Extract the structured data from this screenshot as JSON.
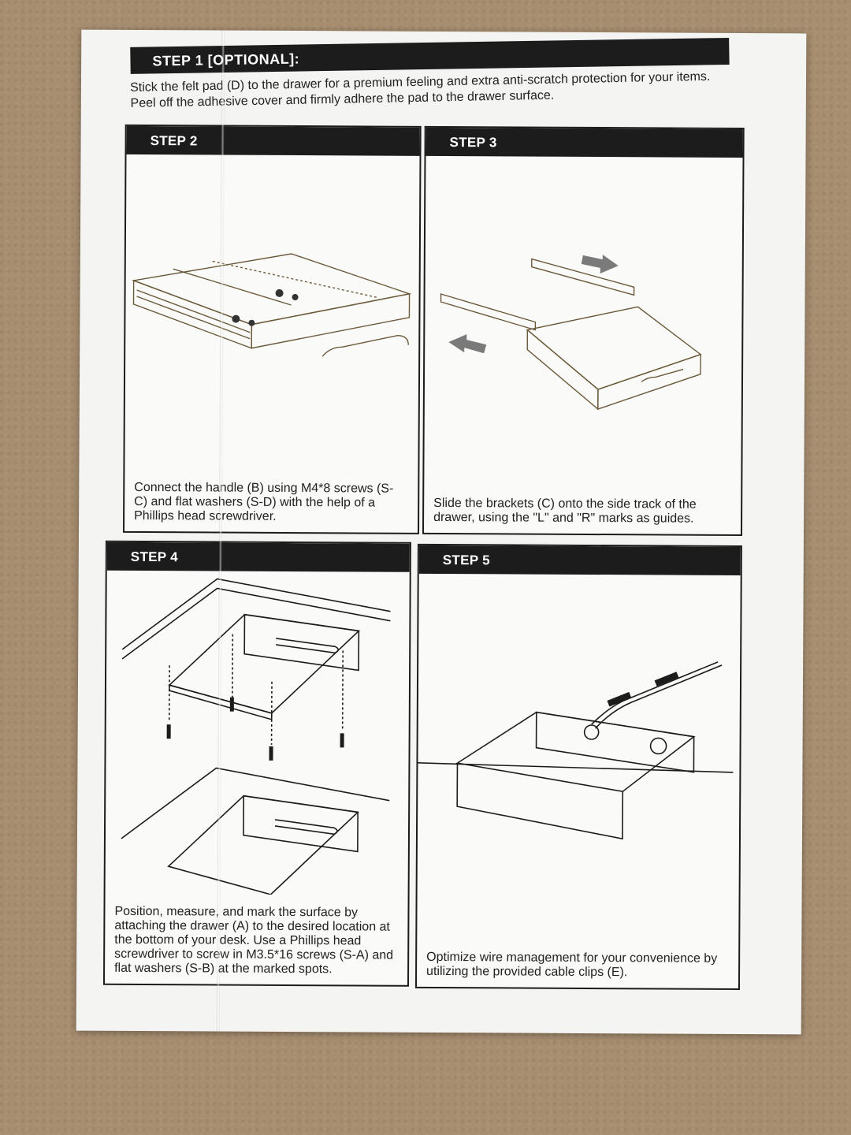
{
  "step1": {
    "title": "STEP 1 [OPTIONAL]:",
    "text": "Stick the felt pad (D) to the drawer for a premium feeling and extra anti-scratch protection for your items. Peel off the adhesive cover and firmly adhere the pad to the drawer surface."
  },
  "step2": {
    "title": "STEP 2",
    "caption": "Connect the handle (B) using M4*8 screws (S-C) and flat washers (S-D) with the help of a Phillips head screwdriver."
  },
  "step3": {
    "title": "STEP 3",
    "caption": "Slide the brackets (C) onto the side track of the drawer, using the \"L\" and \"R\" marks as guides."
  },
  "step4": {
    "title": "STEP 4",
    "caption": "Position, measure, and mark the surface by attaching the drawer (A) to the desired location at the bottom of your desk. Use a Phillips head screwdriver to screw in M3.5*16 screws (S-A) and flat washers (S-B) at the marked spots."
  },
  "step5": {
    "title": "STEP 5",
    "caption": "Optimize wire management for your convenience by utilizing the provided cable clips (E)."
  }
}
